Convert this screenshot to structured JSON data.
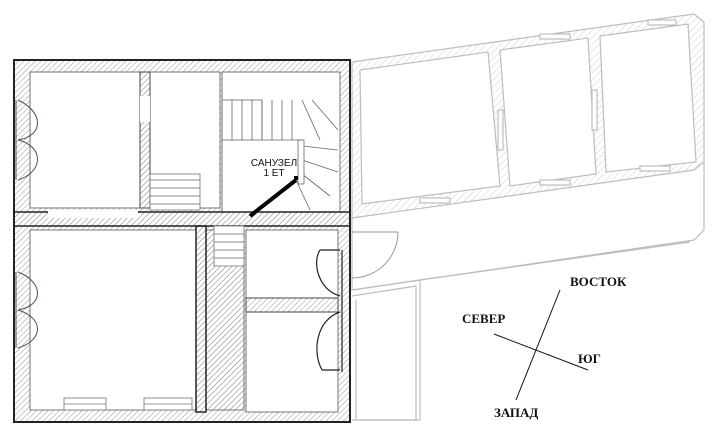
{
  "room_label": {
    "line1": "САНУЗЕЛ",
    "line2": "1 ЕТ"
  },
  "compass": {
    "north": "СЕВЕР",
    "east": "ВОСТОК",
    "south": "ЮГ",
    "west": "ЗАПАД"
  },
  "colors": {
    "wall_dark": "#222222",
    "wall_light": "#bdbdbd",
    "hatch": "#9a9a9a",
    "door": "#5a4a5a"
  }
}
